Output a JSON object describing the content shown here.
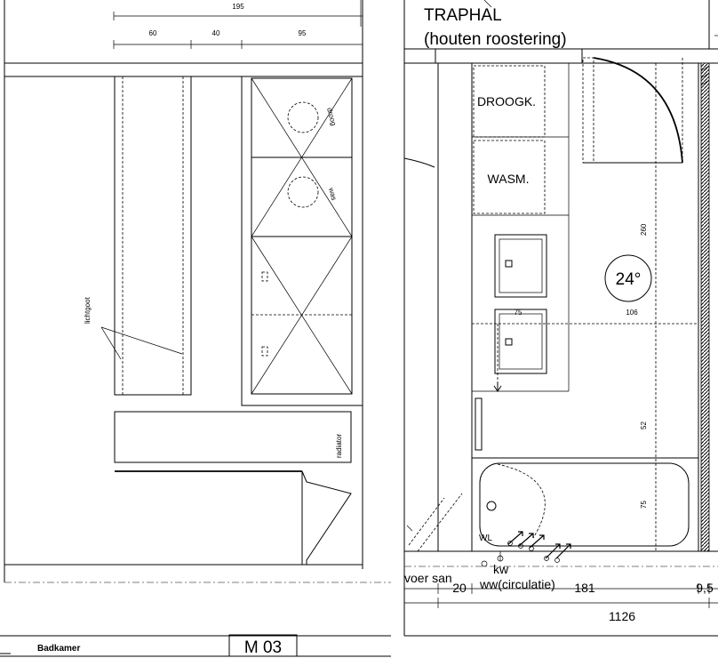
{
  "labels": {
    "traphal": "TRAPHAL",
    "traphal_sub": "(houten roostering)",
    "droogk": "DROOGK.",
    "wasm": "WASM.",
    "temperature": "24°",
    "droog": "droog",
    "was": "was",
    "lichtgoot": "lichtgoot",
    "radiator": "radiator",
    "wl": "WL",
    "kw": "kw",
    "ww": "ww(circulatie)",
    "voer_san": "voer san"
  },
  "dimensions": {
    "top_total": "195",
    "top_a": "60",
    "top_b": "40",
    "top_c": "95",
    "d260": "260",
    "d106": "106",
    "d75_sink": "75",
    "d52": "52",
    "d75_bath": "75",
    "bottom_20": "20",
    "bottom_181": "181",
    "bottom_95": "9,5",
    "bottom_total": "1126"
  },
  "title_block": {
    "room": "Badkamer",
    "sheet": "M 03"
  }
}
